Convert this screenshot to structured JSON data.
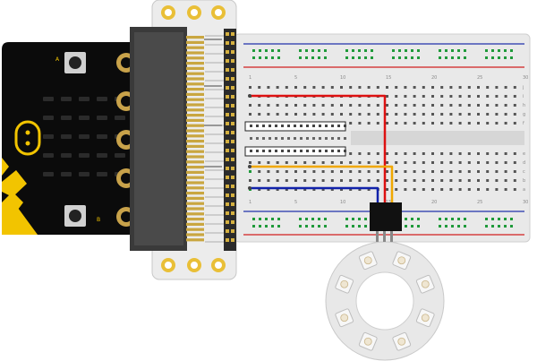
{
  "board": {
    "name": "micro:bit",
    "button_labels": [
      "A",
      "B"
    ],
    "led_rows": 5,
    "led_cols": 5,
    "edge_pads": 5
  },
  "breakout": {
    "pin_columns": 2,
    "pin_rows": 24
  },
  "breadboard": {
    "row_letters_top": [
      "j",
      "i",
      "h",
      "g",
      "f"
    ],
    "row_letters_bottom": [
      "e",
      "d",
      "c",
      "b",
      "a"
    ],
    "column_markers": [
      "1",
      "5",
      "10",
      "15",
      "20",
      "25",
      "30"
    ],
    "rail_colors": {
      "positive": "#d22020",
      "negative": "#2233aa"
    }
  },
  "wires": [
    {
      "name": "power",
      "color": "#dd1111"
    },
    {
      "name": "signal",
      "color": "#f0a800"
    },
    {
      "name": "ground",
      "color": "#1122aa"
    }
  ],
  "neopixel_ring": {
    "led_count": 8,
    "connector_pins": 3
  }
}
